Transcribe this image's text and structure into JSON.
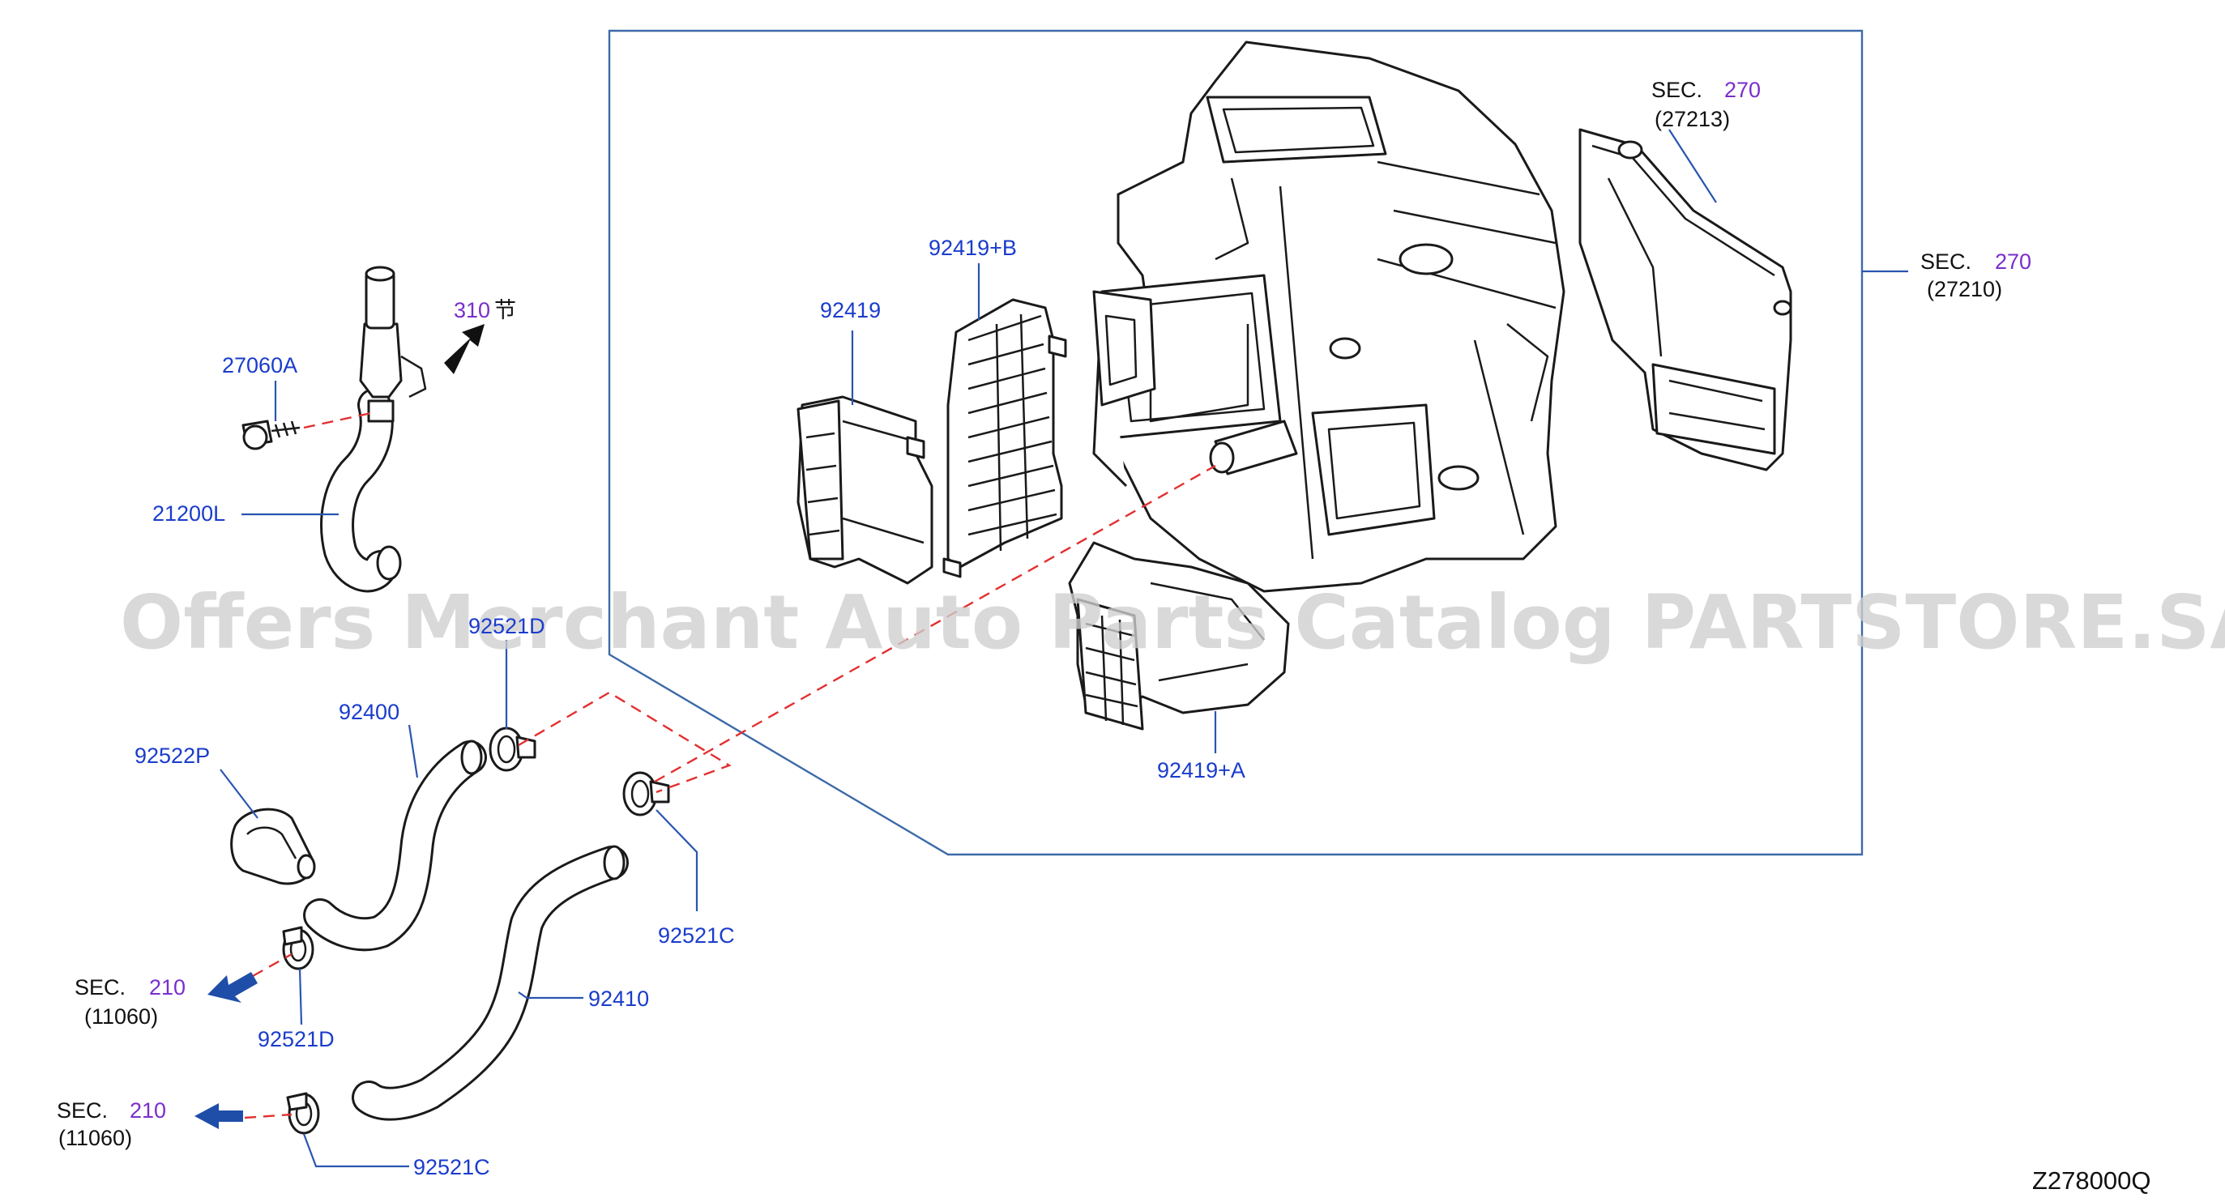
{
  "diagram_code": "Z278000Q",
  "watermark": "Offers Merchant Auto Parts Catalog PARTSTORE.SA",
  "parts": {
    "p27060A": "27060A",
    "p21200L": "21200L",
    "p310": "310",
    "p310_glyph": "节",
    "p92419": "92419",
    "p92419B": "92419+B",
    "p92419A": "92419+A",
    "p92400": "92400",
    "p92522P": "92522P",
    "p92521D": "92521D",
    "p92521C_upper": "92521C",
    "p92521C_lower": "92521C",
    "p92410": "92410",
    "p_partial_upper": "92521D"
  },
  "sections": {
    "sec_right_upper": {
      "prefix": "SEC.",
      "number": "270",
      "ref": "(27213)"
    },
    "sec_right_mid": {
      "prefix": "SEC.",
      "number": "270",
      "ref": "(27210)"
    },
    "sec_left_upper": {
      "prefix": "SEC.",
      "number": "210",
      "ref": "(11060)"
    },
    "sec_left_lower": {
      "prefix": "SEC.",
      "number": "210",
      "ref": "(11060)"
    }
  },
  "colors": {
    "label_blue": "#1a3ccc",
    "section_purple": "#7a2ecc",
    "leader_blue": "#2a55b0",
    "dash_red": "#e23030",
    "arrow_blue": "#1f4ea8"
  }
}
